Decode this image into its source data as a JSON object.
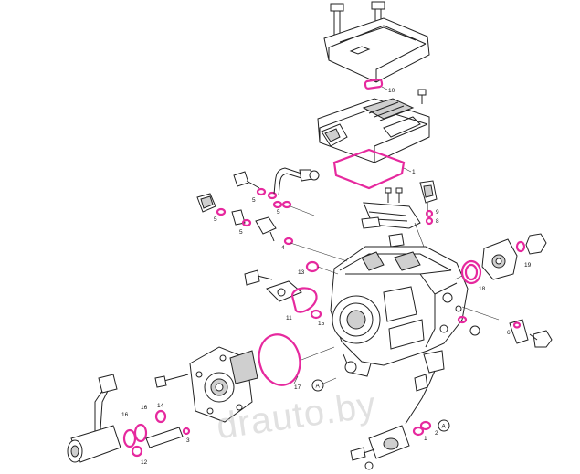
{
  "colors": {
    "seal": "#e6299e",
    "line": "#222222",
    "background": "#ffffff"
  },
  "watermark": "drauto.by",
  "callouts": {
    "c1": "1",
    "c2": "2",
    "c3": "3",
    "c4": "4",
    "c5a": "5",
    "c5b": "5",
    "c5c": "5",
    "c5d": "5",
    "c6": "6",
    "c8": "8",
    "c9": "9",
    "c10": "10",
    "c11": "11",
    "c12": "12",
    "c13": "13",
    "c14": "14",
    "c15": "15",
    "c16a": "16",
    "c16b": "16",
    "c17": "17",
    "c18": "18",
    "c19": "19",
    "refA1": "A",
    "refA2": "A"
  }
}
